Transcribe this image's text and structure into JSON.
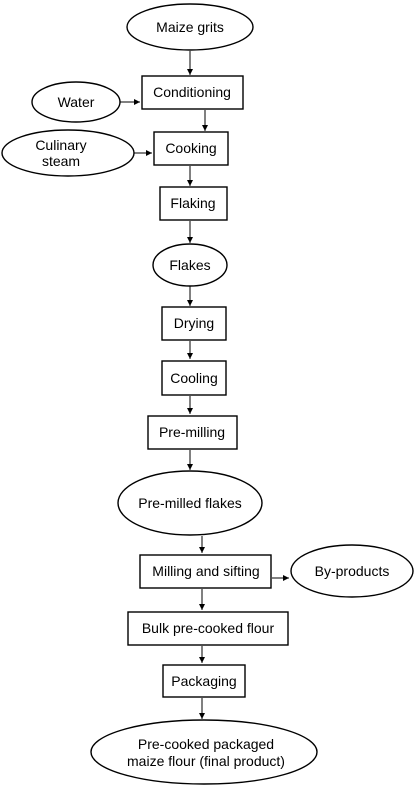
{
  "diagram": {
    "nodes": {
      "maize_grits": "Maize grits",
      "water": "Water",
      "conditioning": "Conditioning",
      "culinary_steam_line1": "Culinary",
      "culinary_steam_line2": "steam",
      "cooking": "Cooking",
      "flaking": "Flaking",
      "flakes": "Flakes",
      "drying": "Drying",
      "cooling": "Cooling",
      "pre_milling": "Pre-milling",
      "pre_milled_flakes": "Pre-milled flakes",
      "milling_sifting": "Milling and sifting",
      "by_products": "By-products",
      "bulk_flour": "Bulk pre-cooked flour",
      "packaging": "Packaging",
      "final_line1": "Pre-cooked packaged",
      "final_line2": "maize flour (final product)"
    },
    "edges": [
      [
        "maize_grits",
        "conditioning"
      ],
      [
        "water",
        "conditioning"
      ],
      [
        "conditioning",
        "cooking"
      ],
      [
        "culinary_steam",
        "cooking"
      ],
      [
        "cooking",
        "flaking"
      ],
      [
        "flaking",
        "flakes"
      ],
      [
        "flakes",
        "drying"
      ],
      [
        "drying",
        "cooling"
      ],
      [
        "cooling",
        "pre_milling"
      ],
      [
        "pre_milling",
        "pre_milled_flakes"
      ],
      [
        "pre_milled_flakes",
        "milling_sifting"
      ],
      [
        "milling_sifting",
        "by_products"
      ],
      [
        "milling_sifting",
        "bulk_flour"
      ],
      [
        "bulk_flour",
        "packaging"
      ],
      [
        "packaging",
        "final_product"
      ]
    ]
  }
}
